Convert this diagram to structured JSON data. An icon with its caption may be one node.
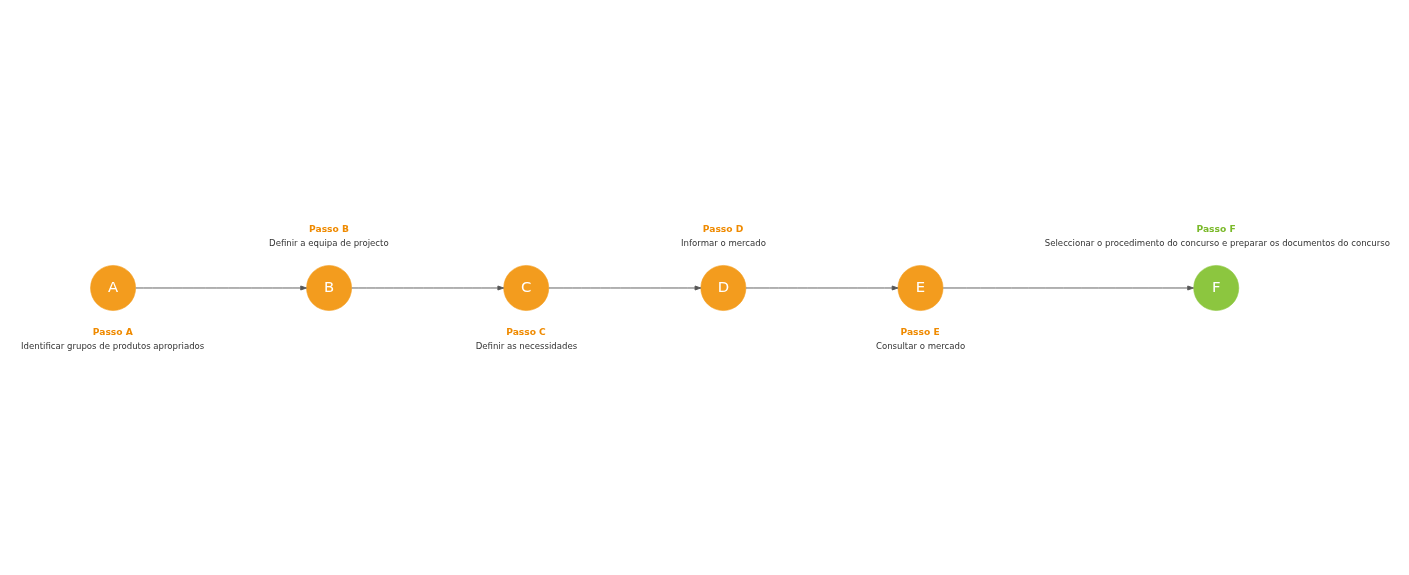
{
  "diagram": {
    "nodes": [
      {
        "text": [
          "A"
        ],
        "beside": [
          "Passo A",
          "Identificar grupos de produtos apropriados"
        ]
      },
      {
        "text": [
          "B"
        ],
        "beside": [
          "Passo B",
          "Definir a equipa de projecto"
        ]
      },
      {
        "text": [
          "C"
        ],
        "beside": [
          "Passo C",
          "Definir as necessidades"
        ]
      },
      {
        "text": [
          "D"
        ],
        "beside": [
          "Passo D",
          "Informar o mercado"
        ]
      },
      {
        "text": [
          "E"
        ],
        "beside": [
          "Passo E",
          "Consultar o mercado"
        ]
      },
      {
        "text": [
          "F"
        ],
        "beside": [
          "Passo F",
          "Seleccionar o procedimento do concurso e preparar os documentos do concurso"
        ]
      }
    ],
    "edges": [
      {
        "from": 0,
        "to": 1,
        "arrow": "to"
      },
      {
        "from": 1,
        "to": 2,
        "arrow": "to"
      },
      {
        "from": 2,
        "to": 3,
        "arrow": "to"
      },
      {
        "from": 3,
        "to": 4,
        "arrow": "to"
      },
      {
        "from": 4,
        "to": 5,
        "arrow": "to"
      }
    ]
  }
}
